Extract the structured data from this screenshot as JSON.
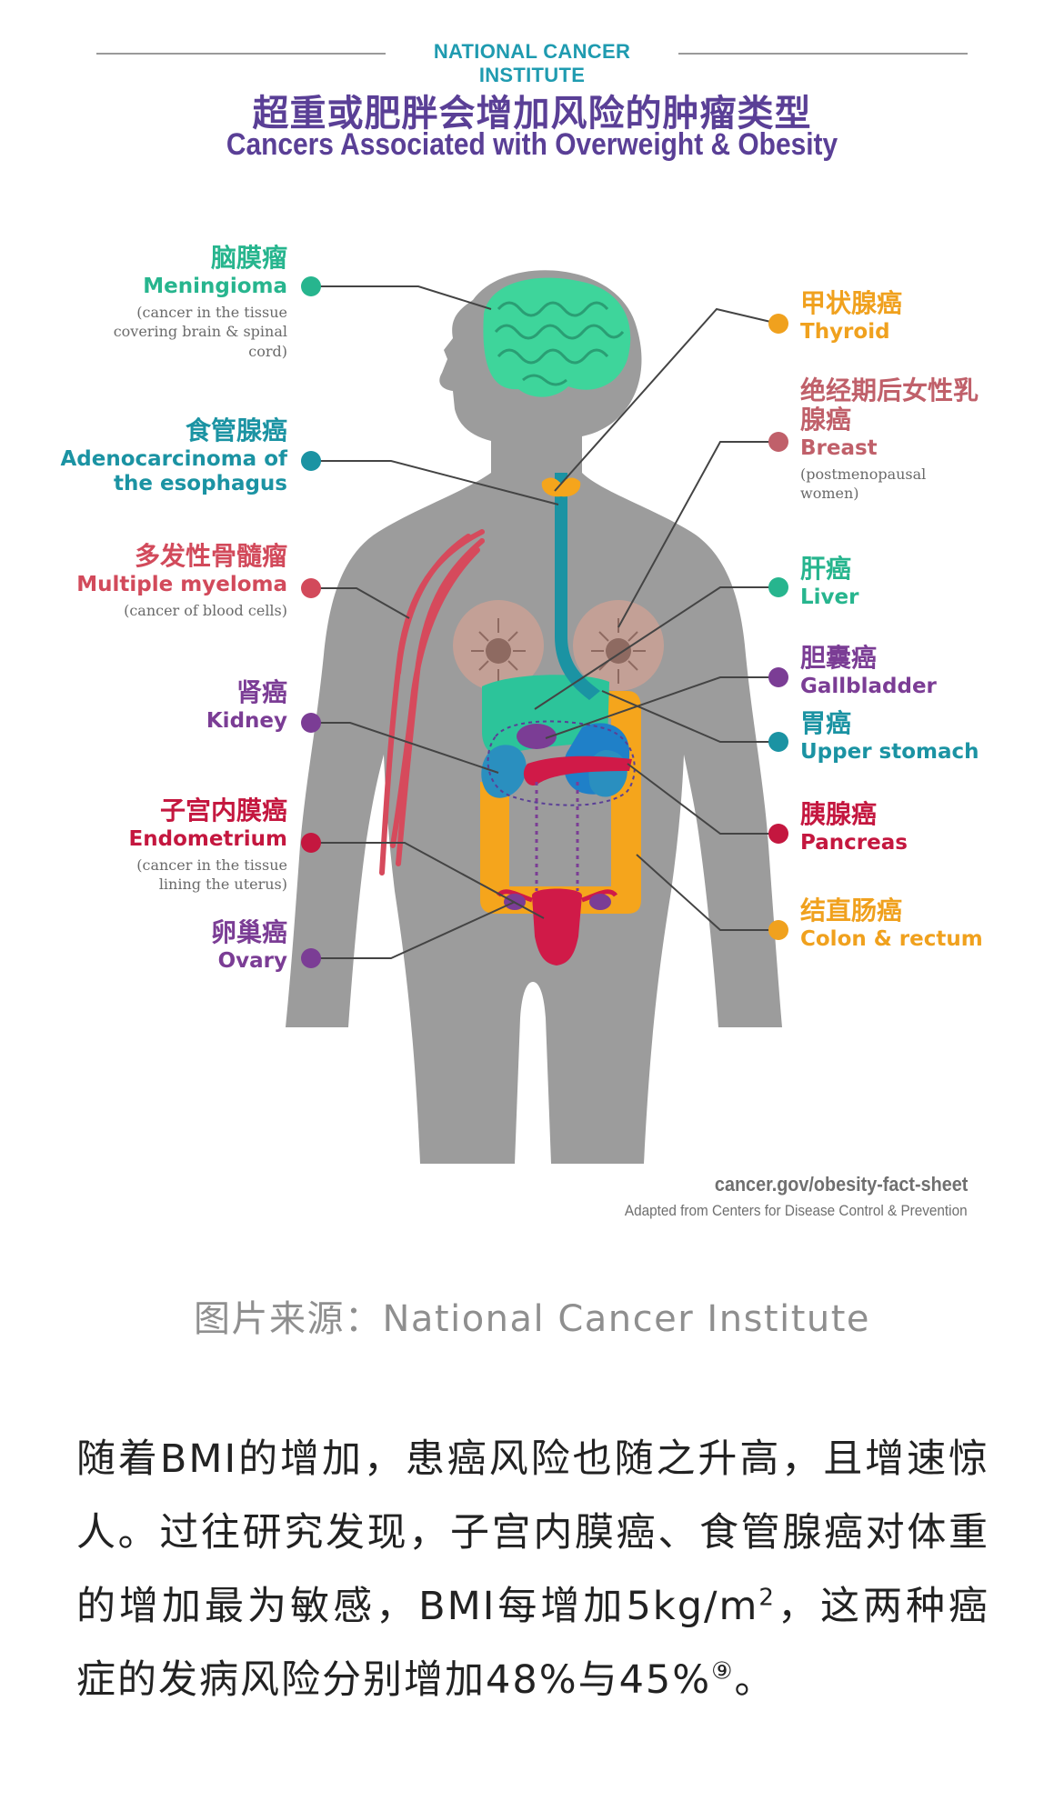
{
  "header": {
    "org": "NATIONAL CANCER INSTITUTE",
    "title_zh": "超重或肥胖会增加风险的肿瘤类型",
    "title_en": "Cancers Associated with Overweight & Obesity"
  },
  "labels_left": [
    {
      "zh": "脑膜瘤",
      "en": "Meningioma",
      "note": "(cancer in the tissue covering brain & spinal cord)",
      "color": "#27b58e"
    },
    {
      "zh": "食管腺癌",
      "en": "Adenocarcinoma of the esophagus",
      "note": "",
      "color": "#1b93a3"
    },
    {
      "zh": "多发性骨髓瘤",
      "en": "Multiple myeloma",
      "note": "(cancer of blood cells)",
      "color": "#d24a5b"
    },
    {
      "zh": "肾癌",
      "en": "Kidney",
      "note": "",
      "color": "#7b3d95"
    },
    {
      "zh": "子宫内膜癌",
      "en": "Endometrium",
      "note": "(cancer in the tissue lining the uterus)",
      "color": "#c4173f"
    },
    {
      "zh": "卵巢癌",
      "en": "Ovary",
      "note": "",
      "color": "#7b3d95"
    }
  ],
  "labels_right": [
    {
      "zh": "甲状腺癌",
      "en": "Thyroid",
      "note": "",
      "color": "#f0a11e"
    },
    {
      "zh": "绝经期后女性乳腺癌",
      "en": "Breast",
      "note": "(postmenopausal women)",
      "color": "#c0606a"
    },
    {
      "zh": "肝癌",
      "en": "Liver",
      "note": "",
      "color": "#27b58e"
    },
    {
      "zh": "胆囊癌",
      "en": "Gallbladder",
      "note": "",
      "color": "#7b3d95"
    },
    {
      "zh": "胃癌",
      "en": "Upper stomach",
      "note": "",
      "color": "#1b93a3"
    },
    {
      "zh": "胰腺癌",
      "en": "Pancreas",
      "note": "",
      "color": "#c4173f"
    },
    {
      "zh": "结直肠癌",
      "en": "Colon & rectum",
      "note": "",
      "color": "#f0a11e"
    }
  ],
  "source": {
    "url": "cancer.gov/obesity-fact-sheet",
    "adapted": "Adapted from Centers for Disease Control & Prevention"
  },
  "caption": "图片来源：National Cancer Institute",
  "paragraph": {
    "part1": "随着BMI的增加，患癌风险也随之升高，且增速惊人。过往研究发现，子宫内膜癌、食管腺癌对体重的增加最为敏感，BMI每增加5kg/m",
    "sup1": "2",
    "part2": "，这两种癌症的发病风险分别增加48%与45%",
    "sup2": "⑨",
    "part3": "。"
  },
  "colors": {
    "body": "#9c9c9c",
    "brain": "#3ed59b",
    "esophagus": "#1b93a3",
    "liver": "#2cc49a",
    "stomach": "#1f80c8",
    "kidney": "#2a8fbf",
    "colon": "#f5a51c",
    "uterus": "#d01a48",
    "gallbladder": "#7b3d95",
    "breast": "#c3a096",
    "vein": "#d64a5c",
    "thyroid": "#f5a51c"
  }
}
